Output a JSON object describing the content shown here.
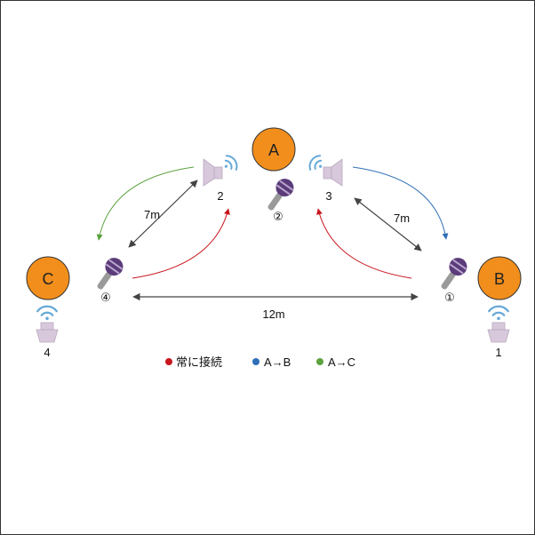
{
  "colors": {
    "node_fill": "#F28E1C",
    "node_stroke": "#333333",
    "always_connected": "#C8161D",
    "a_to_b": "#2F6FB7",
    "a_to_c": "#5BA33D",
    "distance_line": "#444444",
    "mic_body": "#999999",
    "mic_head": "#5B3B7A",
    "speaker_body": "#D8C8DC",
    "wave": "#66A8D8"
  },
  "nodes": {
    "a": "A",
    "b": "B",
    "c": "C"
  },
  "speakers": {
    "s1": "1",
    "s2": "2",
    "s3": "3",
    "s4": "4"
  },
  "microphones": {
    "m1": "①",
    "m2": "②",
    "m4": "④"
  },
  "distances": {
    "left": "7m",
    "right": "7m",
    "bottom": "12m"
  },
  "legend": {
    "always_connected": "常に接続",
    "a_to_b": "A→B",
    "a_to_c": "A→C"
  }
}
